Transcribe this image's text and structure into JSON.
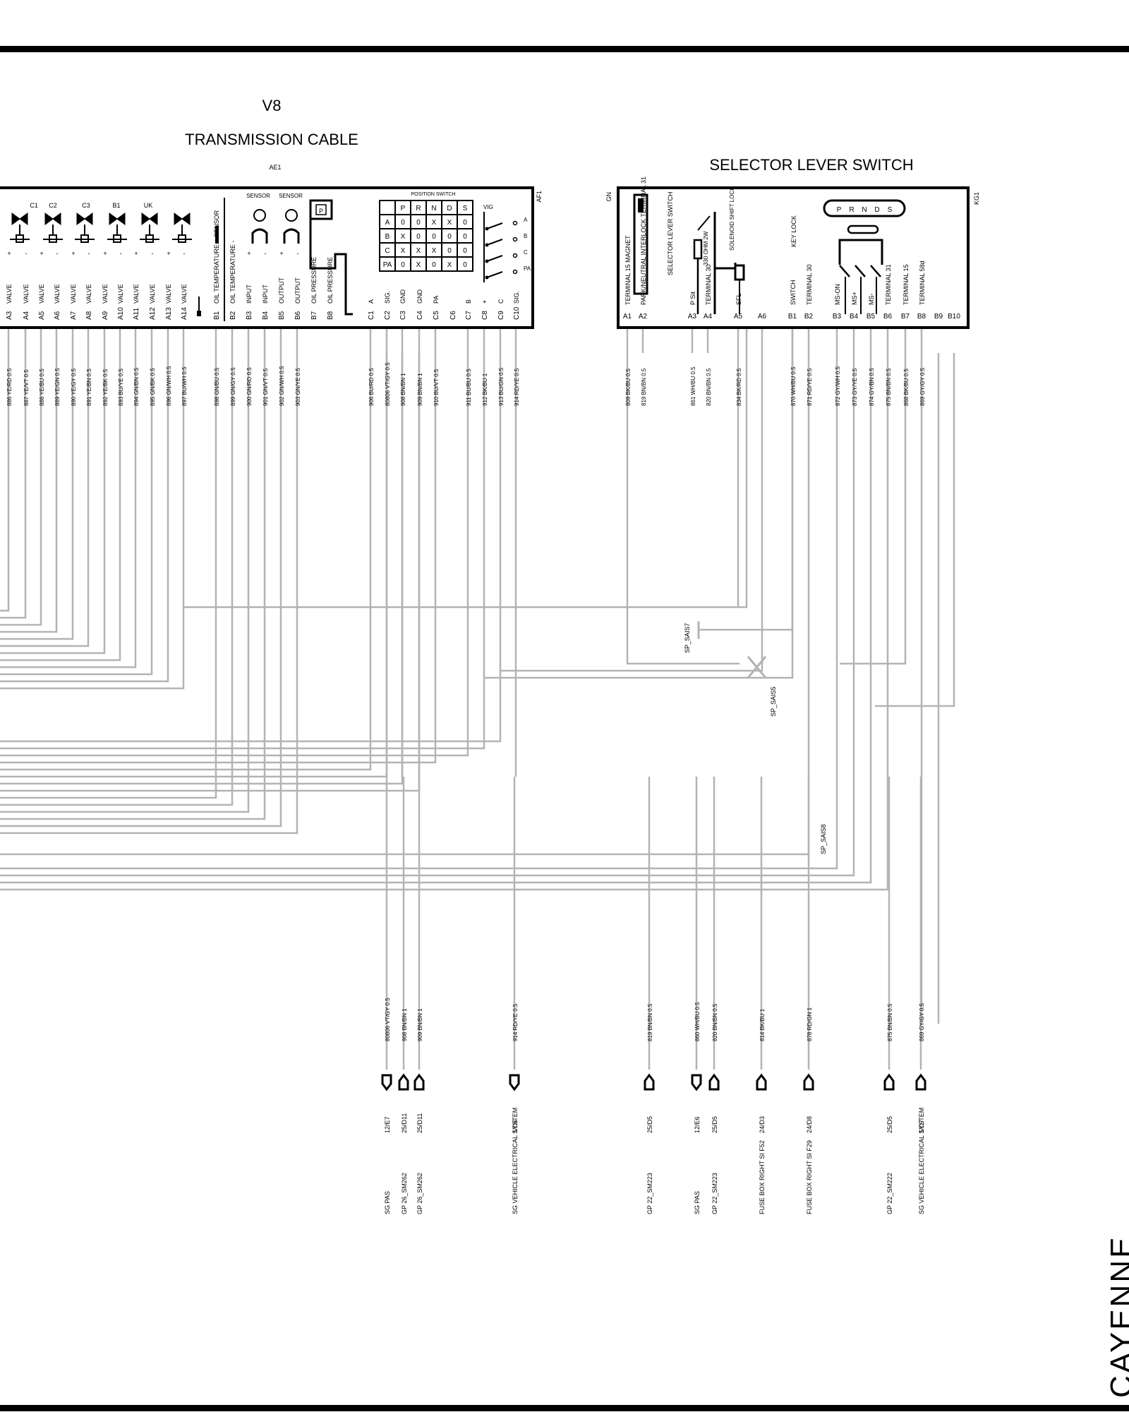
{
  "page": {
    "engine_label": "V8",
    "side_label": "CAYENNE",
    "bottom_bar_color": "#000000"
  },
  "transmission": {
    "title": "TRANSMISSION CABLE",
    "ref": "AE1",
    "connector_id": "AF1",
    "valve_groups": [
      "C1",
      "C2",
      "C3",
      "B1",
      "UK"
    ],
    "sensor_labels": [
      "SENSOR",
      "SENSOR"
    ],
    "position_switch": {
      "title": "POSITION SWITCH",
      "vig": "VIG",
      "header": [
        "",
        "P",
        "R",
        "N",
        "D",
        "S"
      ],
      "rows": [
        [
          "A",
          "0",
          "0",
          "X",
          "X",
          "0"
        ],
        [
          "B",
          "X",
          "0",
          "0",
          "0",
          "0"
        ],
        [
          "C",
          "X",
          "X",
          "X",
          "0",
          "0"
        ],
        [
          "PA",
          "0",
          "X",
          "0",
          "X",
          "0"
        ]
      ],
      "contacts": [
        "A",
        "B",
        "C",
        "PA"
      ]
    },
    "pins": [
      {
        "pin": "A3",
        "label": "VALVE",
        "sign": "+",
        "wire": "886 YE/RD 0.5"
      },
      {
        "pin": "A4",
        "label": "VALVE",
        "sign": "-",
        "wire": "887 YE/VT 0.5"
      },
      {
        "pin": "A5",
        "label": "VALVE",
        "sign": "+",
        "wire": "888 YE/BU 0.5"
      },
      {
        "pin": "A6",
        "label": "VALVE",
        "sign": "-",
        "wire": "889 YE/GN 0.5"
      },
      {
        "pin": "A7",
        "label": "VALVE",
        "sign": "+",
        "wire": "890 YE/GY 0.5"
      },
      {
        "pin": "A8",
        "label": "VALVE",
        "sign": "-",
        "wire": "891 YE/BN 0.5"
      },
      {
        "pin": "A9",
        "label": "VALVE",
        "sign": "+",
        "wire": "892 YE/BK 0.5"
      },
      {
        "pin": "A10",
        "label": "VALVE",
        "sign": "-",
        "wire": "893 BU/YE 0.5"
      },
      {
        "pin": "A11",
        "label": "VALVE",
        "sign": "+",
        "wire": "894 GN/BN 0.5"
      },
      {
        "pin": "A12",
        "label": "VALVE",
        "sign": "-",
        "wire": "895 GN/BK 0.5"
      },
      {
        "pin": "A13",
        "label": "VALVE",
        "sign": "+",
        "wire": "896 GN/WH 0.5"
      },
      {
        "pin": "A14",
        "label": "VALVE",
        "sign": "-",
        "wire": "897 BU/WH 0.5"
      },
      {
        "pin": "B1",
        "label": "OIL TEMPERATURE + SENSOR",
        "sign": "",
        "wire": "898 GN/BU 0.5"
      },
      {
        "pin": "B2",
        "label": "OIL TEMPERATURE -",
        "sign": "",
        "wire": "899 GN/GY 0.5"
      },
      {
        "pin": "B3",
        "label": "INPUT",
        "sign": "+",
        "wire": "900 GN/RD 0.5"
      },
      {
        "pin": "B4",
        "label": "INPUT",
        "sign": "-",
        "wire": "901 GN/VT 0.5"
      },
      {
        "pin": "B5",
        "label": "OUTPUT",
        "sign": "+",
        "wire": "902 GN/WH 0.5"
      },
      {
        "pin": "B6",
        "label": "OUTPUT",
        "sign": "-",
        "wire": "903 GN/YE 0.5"
      },
      {
        "pin": "B7",
        "label": "OIL PRESSURE",
        "sign": "",
        "wire": ""
      },
      {
        "pin": "B8",
        "label": "OIL PRESSURE",
        "sign": "",
        "wire": ""
      },
      {
        "pin": "C1",
        "label": "A",
        "sign": "",
        "wire": "906 BU/RD 0.5"
      },
      {
        "pin": "C2",
        "label": "SIG.",
        "sign": "",
        "wire": "80806 VT/GY 0.5"
      },
      {
        "pin": "C3",
        "label": "GND",
        "sign": "",
        "wire": "908 BN/BN 1"
      },
      {
        "pin": "C4",
        "label": "GND",
        "sign": "",
        "wire": "909 BN/BN 1"
      },
      {
        "pin": "C5",
        "label": "PA",
        "sign": "",
        "wire": "910 BU/VT 0.5"
      },
      {
        "pin": "C6",
        "label": "",
        "sign": "",
        "wire": ""
      },
      {
        "pin": "C7",
        "label": "B",
        "sign": "",
        "wire": "911 BU/BU 0.5"
      },
      {
        "pin": "C8",
        "label": "+",
        "sign": "",
        "wire": "912 BK/BU 1"
      },
      {
        "pin": "C9",
        "label": "C",
        "sign": "",
        "wire": "913 BU/GN 0.5"
      },
      {
        "pin": "C10",
        "label": "SIG.",
        "sign": "",
        "wire": "914 RD/YE 0.5"
      }
    ]
  },
  "selector": {
    "title": "SELECTOR LEVER SWITCH",
    "left_code": "GN",
    "connector_id": "KG1",
    "inner_labels": [
      "SELECTOR LEVER SWITCH",
      "KEY LOCK",
      "SOLENOID SHIFT LOCK",
      "P Sit",
      "SFL",
      "330 OHM 2W"
    ],
    "gear_display": [
      "P",
      "R",
      "N",
      "D",
      "S"
    ],
    "pins": [
      {
        "pin": "A1",
        "label": "TERMINAL 15 MAGNET",
        "wire": "809 BK/BU 0.5"
      },
      {
        "pin": "A2",
        "label": "PARK/NEUTRAL INTERLOCK TERMINAL 31",
        "wire": "819 BN/BN 0.5"
      },
      {
        "pin": "A3",
        "label": "P Sit",
        "wire": "861 WH/BU 0.5"
      },
      {
        "pin": "A4",
        "label": "TERMINAL 30",
        "wire": "820 BN/BN 0.5"
      },
      {
        "pin": "A5",
        "label": "SFL",
        "wire": "834 BK/RD 0.5"
      },
      {
        "pin": "A6",
        "label": "",
        "wire": ""
      },
      {
        "pin": "B1",
        "label": "SWITCH",
        "wire": "870 WH/BU 0.5"
      },
      {
        "pin": "B2",
        "label": "TERMINAL 30",
        "wire": "871 RD/YE 0.5"
      },
      {
        "pin": "B3",
        "label": "MS-ON",
        "wire": "872 GY/WH 0.5"
      },
      {
        "pin": "B4",
        "label": "MS+",
        "wire": "873 GY/YE 0.5"
      },
      {
        "pin": "B5",
        "label": "MS-",
        "wire": "874 GY/BN 0.5"
      },
      {
        "pin": "B6",
        "label": "TERMINAL 31",
        "wire": "875 BN/BN 0.5"
      },
      {
        "pin": "B7",
        "label": "TERMINAL 15",
        "wire": "868 BK/BU 0.5"
      },
      {
        "pin": "B8",
        "label": "TERMINAL 58d",
        "wire": "869 GY/GY 0.5"
      },
      {
        "pin": "B9",
        "label": "",
        "wire": ""
      },
      {
        "pin": "B10",
        "label": "",
        "wire": ""
      }
    ]
  },
  "splices": [
    "SP_SAIS7",
    "SP_SAIS5",
    "SP_SAIS8"
  ],
  "outputs": [
    {
      "wire": "80806 VT/GY 0.5",
      "ref": "12/E7",
      "dest": "SG PAS"
    },
    {
      "wire": "908 BN/BN 1",
      "ref": "25/D11",
      "dest": "GP 26_SM262"
    },
    {
      "wire": "909 BN/BN 1",
      "ref": "25/D11",
      "dest": "GP 26_SM262"
    },
    {
      "wire": "914 RD/YE 0.5",
      "ref": "1/D6",
      "dest": "SG VEHICLE ELECTRICAL SYSTEM"
    },
    {
      "wire": "819 BN/BN 0.5",
      "ref": "25/D5",
      "dest": "GP 22_SM223"
    },
    {
      "wire": "860 WH/BU 0.5",
      "ref": "12/E6",
      "dest": "SG PAS"
    },
    {
      "wire": "820 BN/BN 0.5",
      "ref": "25/D5",
      "dest": "GP 22_SM223"
    },
    {
      "wire": "814 BK/BU 1",
      "ref": "24/D3",
      "dest": "FUSE BOX RIGHT SI F52"
    },
    {
      "wire": "878 RD/GN 1",
      "ref": "24/D8",
      "dest": "FUSE BOX RIGHT SI F29"
    },
    {
      "wire": "875 BN/BN 0.5",
      "ref": "25/D5",
      "dest": "GP 22_SM222"
    },
    {
      "wire": "869 GY/GY 0.5",
      "ref": "1/D7",
      "dest": "SG VEHICLE ELECTRICAL SYSTEM"
    }
  ],
  "colors": {
    "ink": "#000000",
    "wire": "#b3b3b3"
  }
}
